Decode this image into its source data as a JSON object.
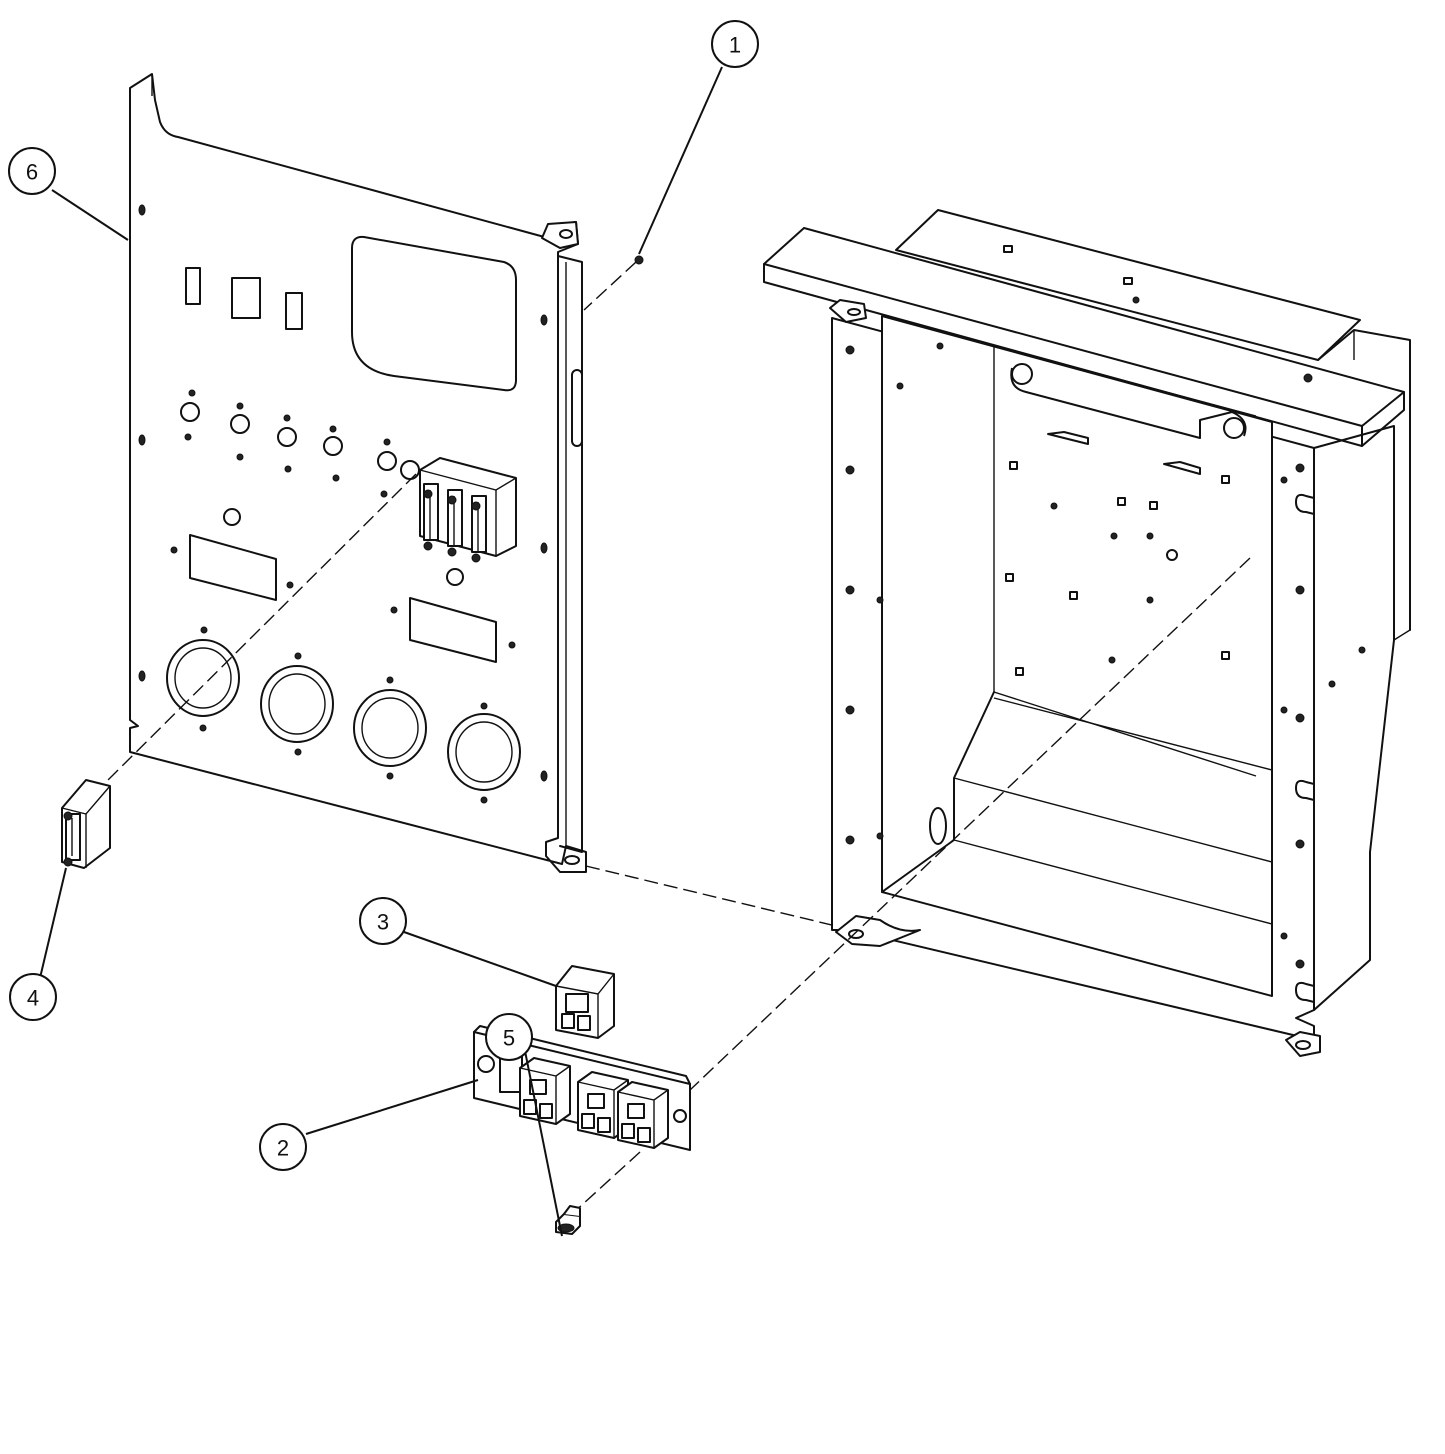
{
  "callouts": [
    {
      "id": "1",
      "label": "1",
      "part": "screw-small"
    },
    {
      "id": "2",
      "label": "2",
      "part": "receptacle-bracket"
    },
    {
      "id": "3",
      "label": "3",
      "part": "relay"
    },
    {
      "id": "4",
      "label": "4",
      "part": "circuit-breaker"
    },
    {
      "id": "5",
      "label": "5",
      "part": "screw"
    },
    {
      "id": "6",
      "label": "6",
      "part": "front-panel"
    }
  ]
}
